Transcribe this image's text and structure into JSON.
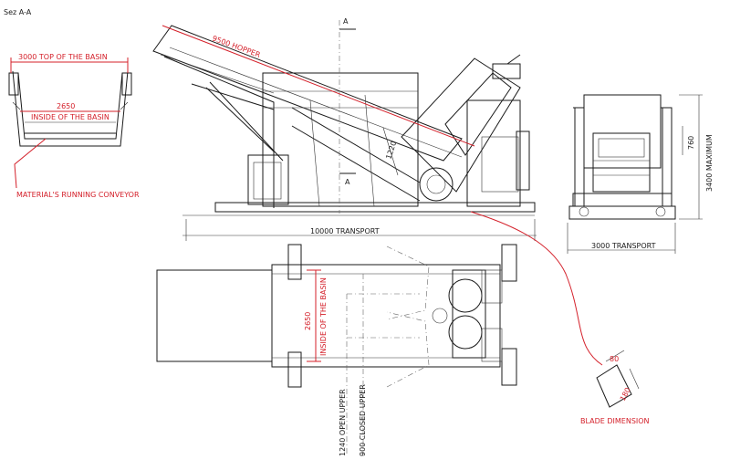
{
  "section_label": "Sez  A-A",
  "left_view": {
    "top_width": "3000 TOP OF THE BASIN",
    "inside_value": "2650",
    "inside_label": "INSIDE OF THE BASIN",
    "conveyor_label": "MATERIAL'S RUNNING CONVEYOR"
  },
  "side_view": {
    "hopper_label": "9500 HOPPER",
    "section_mark_top": "A",
    "section_mark_bottom": "A",
    "dim_1220": "1220",
    "transport_length": "10000 TRANSPORT"
  },
  "end_view": {
    "dim_760": "760",
    "height_label": "3400 MAXIMUM",
    "transport_width": "3000 TRANSPORT"
  },
  "plan_view": {
    "inside_value": "2650",
    "inside_label": "INSIDE OF THE BASIN",
    "open_upper": "1240 OPEN UPPER",
    "closed_upper": "900 CLOSED UPPER"
  },
  "blade": {
    "dim_80": "80",
    "dim_180": "180",
    "label": "BLADE DIMENSION"
  },
  "colors": {
    "ink": "#1a1a1a",
    "annotation_red": "#d4202a"
  }
}
